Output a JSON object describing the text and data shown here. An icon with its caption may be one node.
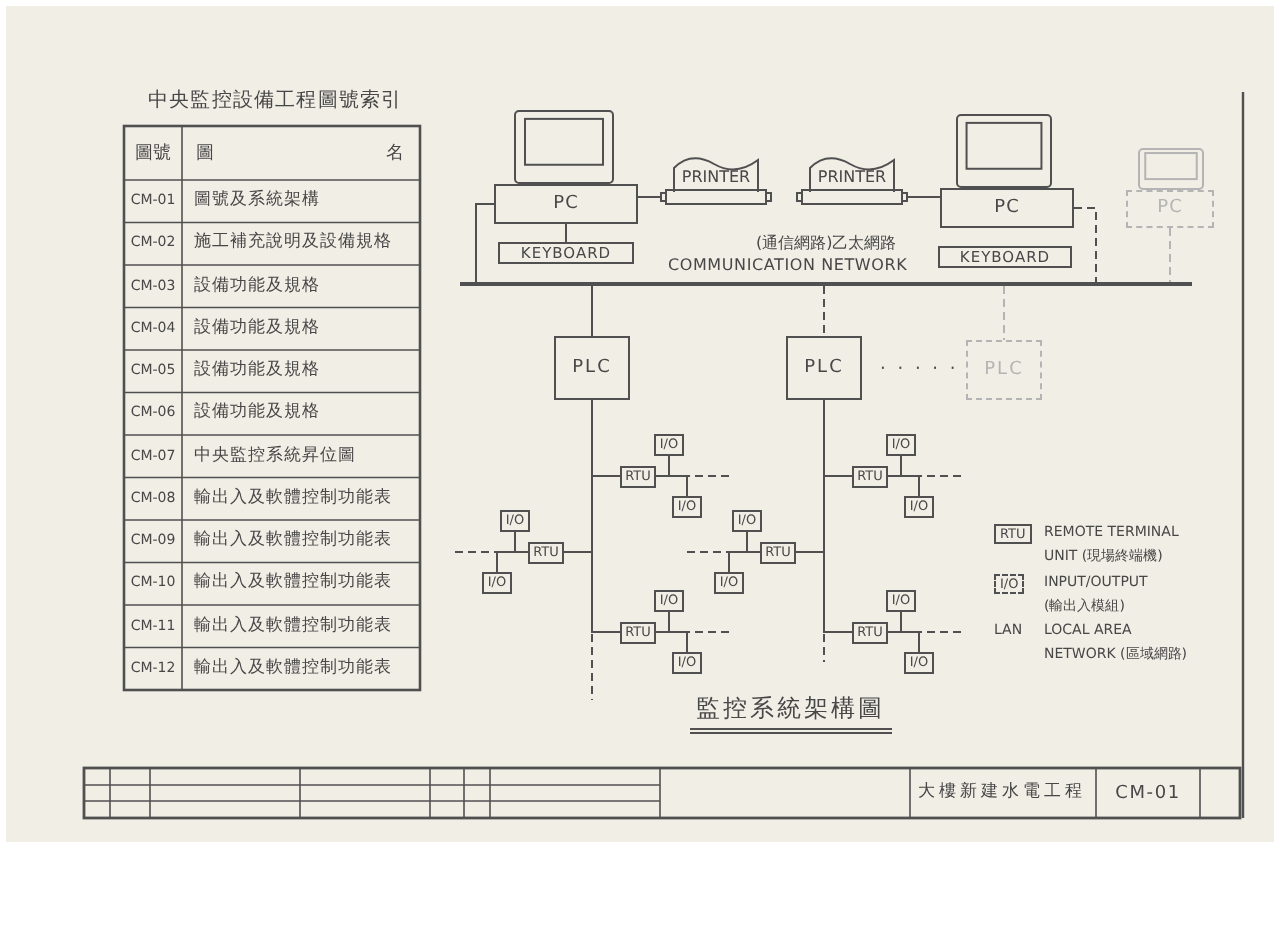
{
  "diagram": {
    "caption": "監控系統架構圖",
    "nodes": [
      {
        "text": [
          "PC"
        ]
      },
      {
        "text": [
          "PRINTER"
        ]
      },
      {
        "text": [
          "PRINTER"
        ]
      },
      {
        "text": [
          "PC"
        ]
      },
      {
        "text": [
          "PC"
        ]
      },
      {
        "text": [
          "KEYBOARD"
        ]
      },
      {
        "text": [
          "KEYBOARD"
        ]
      },
      {
        "text": [],
        "shape": "bar",
        "beside": [
          "(通信網路)乙太網路",
          "COMMUNICATION NETWORK"
        ]
      },
      {
        "text": [
          "PLC"
        ]
      },
      {
        "text": [
          "PLC"
        ]
      },
      {
        "text": [
          "PLC"
        ]
      },
      {
        "text": [
          "RTU"
        ]
      },
      {
        "text": [
          "I/O"
        ]
      },
      {
        "text": [
          "I/O"
        ]
      },
      {
        "text": [
          "RTU"
        ]
      },
      {
        "text": [
          "I/O"
        ]
      },
      {
        "text": [
          "I/O"
        ]
      },
      {
        "text": [
          "RTU"
        ]
      },
      {
        "text": [
          "I/O"
        ]
      },
      {
        "text": [
          "I/O"
        ]
      },
      {
        "text": [
          "RTU"
        ]
      },
      {
        "text": [
          "I/O"
        ]
      },
      {
        "text": [
          "I/O"
        ]
      },
      {
        "text": [
          "RTU"
        ]
      },
      {
        "text": [
          "I/O"
        ]
      },
      {
        "text": [
          "I/O"
        ]
      },
      {
        "text": [
          "RTU"
        ]
      },
      {
        "text": [
          "I/O"
        ]
      },
      {
        "text": [
          "I/O"
        ]
      }
    ],
    "edges": [
      {
        "from": 0,
        "to": 7,
        "arrow": "none"
      },
      {
        "from": 0,
        "to": 1,
        "arrow": "none"
      },
      {
        "from": 0,
        "to": 5,
        "arrow": "none"
      },
      {
        "from": 2,
        "to": 3,
        "arrow": "none"
      },
      {
        "from": 3,
        "to": 7,
        "arrow": "none",
        "style": "dashed"
      },
      {
        "from": 4,
        "to": 7,
        "arrow": "none",
        "style": "dashed",
        "color": "#b4b4b4"
      },
      {
        "from": 7,
        "to": 8,
        "arrow": "none"
      },
      {
        "from": 7,
        "to": 9,
        "arrow": "none",
        "style": "dashed"
      },
      {
        "from": 7,
        "to": 10,
        "arrow": "none",
        "style": "dashed",
        "color": "#b4b4b4"
      },
      {
        "from": 8,
        "to": 11,
        "arrow": "none"
      },
      {
        "from": 8,
        "to": 14,
        "arrow": "none"
      },
      {
        "from": 8,
        "to": 17,
        "arrow": "none"
      },
      {
        "from": 11,
        "to": 12,
        "arrow": "none"
      },
      {
        "from": 11,
        "to": 13,
        "arrow": "none"
      },
      {
        "from": 11,
        "to": null,
        "arrow": "none",
        "style": "dashed"
      },
      {
        "from": 14,
        "to": 15,
        "arrow": "none"
      },
      {
        "from": 14,
        "to": 16,
        "arrow": "none"
      },
      {
        "from": 14,
        "to": null,
        "arrow": "none",
        "style": "dashed"
      },
      {
        "from": 17,
        "to": 18,
        "arrow": "none"
      },
      {
        "from": 17,
        "to": 19,
        "arrow": "none"
      },
      {
        "from": 17,
        "to": null,
        "arrow": "none",
        "style": "dashed"
      },
      {
        "from": 8,
        "to": null,
        "arrow": "none",
        "style": "dashed"
      },
      {
        "from": 9,
        "to": 20,
        "arrow": "none"
      },
      {
        "from": 9,
        "to": 23,
        "arrow": "none"
      },
      {
        "from": 9,
        "to": 26,
        "arrow": "none"
      },
      {
        "from": 20,
        "to": 21,
        "arrow": "none"
      },
      {
        "from": 20,
        "to": 22,
        "arrow": "none"
      },
      {
        "from": 20,
        "to": null,
        "arrow": "none",
        "style": "dashed"
      },
      {
        "from": 23,
        "to": 24,
        "arrow": "none"
      },
      {
        "from": 23,
        "to": 25,
        "arrow": "none"
      },
      {
        "from": 23,
        "to": null,
        "arrow": "none",
        "style": "dashed"
      },
      {
        "from": 26,
        "to": 27,
        "arrow": "none"
      },
      {
        "from": 26,
        "to": 28,
        "arrow": "none"
      },
      {
        "from": 26,
        "to": null,
        "arrow": "none",
        "style": "dashed"
      },
      {
        "from": 9,
        "to": null,
        "arrow": "none",
        "style": "dashed"
      }
    ],
    "labels": [
      "中央監控設備工程圖號索引",
      "圖號",
      "圖 名",
      "CM-01",
      "圖號及系統架構",
      "CM-02",
      "施工補充說明及設備規格",
      "CM-03",
      "設備功能及規格",
      "CM-04",
      "設備功能及規格",
      "CM-05",
      "設備功能及規格",
      "CM-06",
      "設備功能及規格",
      "CM-07",
      "中央監控系統昇位圖",
      "CM-08",
      "輸出入及軟體控制功能表",
      "CM-09",
      "輸出入及軟體控制功能表",
      "CM-10",
      "輸出入及軟體控制功能表",
      "CM-11",
      "輸出入及軟體控制功能表",
      "CM-12",
      "輸出入及軟體控制功能表",
      "· · · · ·",
      "RTU",
      "REMOTE TERMINAL UNIT (現場終端機)",
      "I/O",
      "INPUT/OUTPUT (輸出入模組)",
      "LAN",
      "LOCAL AREA NETWORK (區域網路)",
      "大樓新建水電工程",
      "CM-01"
    ]
  }
}
